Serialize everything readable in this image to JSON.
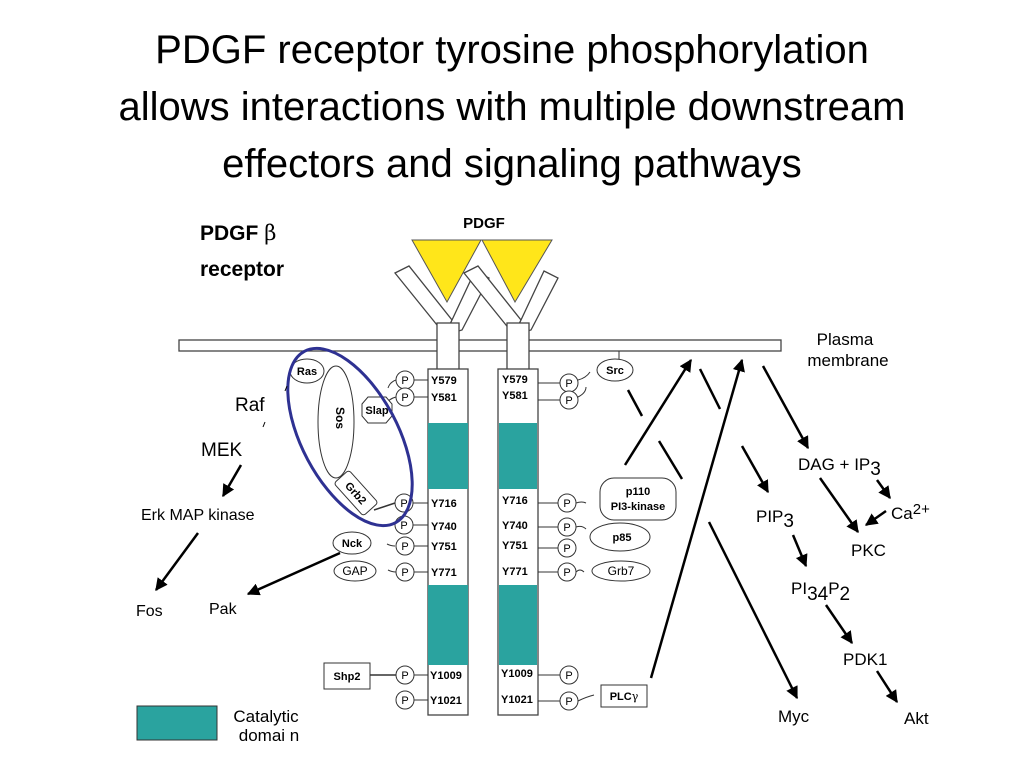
{
  "title": {
    "line1": "PDGF receptor tyrosine phosphorylation",
    "line2": "allows interactions with multiple downstream",
    "line3": "effectors and signaling pathways"
  },
  "receptor_label": {
    "line1": "PDGF",
    "beta": "β",
    "line2": "receptor"
  },
  "ligand_label": "PDGF",
  "membrane_label": {
    "line1": "Plasma",
    "line2": "membrane"
  },
  "left_chain_sites": [
    "Y579",
    "Y581",
    "Y716",
    "Y740",
    "Y751",
    "Y771",
    "Y1009",
    "Y1021"
  ],
  "right_chain_sites": [
    "Y579",
    "Y581",
    "Y716",
    "Y740",
    "Y751",
    "Y771",
    "Y1009",
    "Y1021"
  ],
  "phospho_label": "P",
  "adapters": {
    "ras": "Ras",
    "sos": "Sos",
    "slap": "Slap",
    "grb2": "Grb2",
    "nck": "Nck",
    "gap": "GAP",
    "shp2": "Shp2",
    "src": "Src",
    "p110": "p110",
    "pi3k": "PI3-kinase",
    "p85": "p85",
    "grb7": "Grb7",
    "plc": "PLC",
    "gamma": "γ"
  },
  "pathway": {
    "raf": "Raf",
    "mek": "MEK",
    "erk": "Erk MAP kinase",
    "fos": "Fos",
    "pak": "Pak",
    "dag": "DAG + IP",
    "dag_sub": "3",
    "ca": "Ca",
    "ca_sup": "2+",
    "pkc": "PKC",
    "pip": "PIP",
    "pip_sub": "3",
    "pi": "PI",
    "pi_sub": "34",
    "pi_p": "P",
    "pi_p_sub": "2",
    "pdk1": "PDK1",
    "akt": "Akt",
    "myc": "Myc"
  },
  "legend": {
    "line1": "Catalytic",
    "line2": "domai n"
  },
  "colors": {
    "ligand": "#FFE61A",
    "catalytic": "#2AA39F",
    "ellipse": "#2E3192",
    "line": "#000000"
  }
}
